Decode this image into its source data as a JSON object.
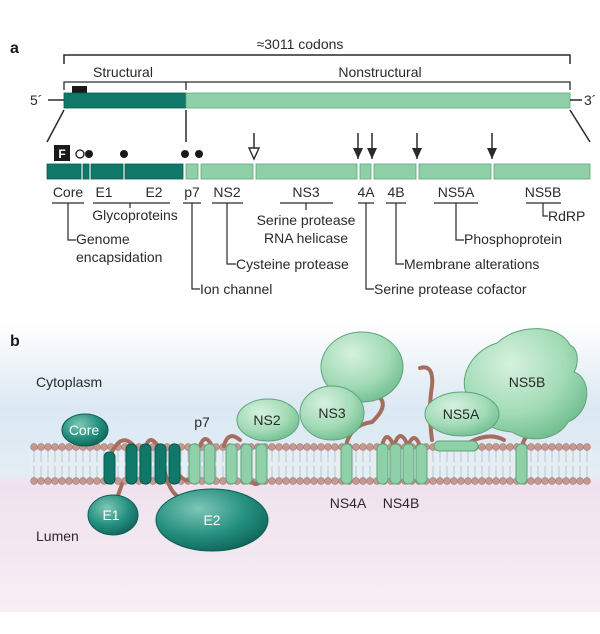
{
  "panel_a": {
    "label": "a",
    "codon_count": "≈3011 codons",
    "structural_label": "Structural",
    "nonstructural_label": "Nonstructural",
    "five_prime": "5´",
    "three_prime": "3´",
    "f_label": "F",
    "proteins": {
      "core": "Core",
      "e1": "E1",
      "e2": "E2",
      "p7": "p7",
      "ns2": "NS2",
      "ns3": "NS3",
      "ns4a": "4A",
      "ns4b": "4B",
      "ns5a": "NS5A",
      "ns5b": "NS5B"
    },
    "functions": {
      "glycoproteins": "Glycoproteins",
      "genome_line1": "Genome",
      "genome_line2": "encapsidation",
      "serine_protease": "Serine protease",
      "rna_helicase": "RNA helicase",
      "rdrp": "RdRP",
      "phosphoprotein": "Phosphoprotein",
      "cysteine_protease": "Cysteine protease",
      "membrane_alterations": "Membrane alterations",
      "ion_channel": "Ion channel",
      "serine_cofactor": "Serine protease cofactor"
    }
  },
  "panel_b": {
    "label": "b",
    "cytoplasm": "Cytoplasm",
    "lumen": "Lumen",
    "core": "Core",
    "p7": "p7",
    "ns2": "NS2",
    "ns3": "NS3",
    "ns5a": "NS5A",
    "ns5b": "NS5B",
    "e1": "E1",
    "e2": "E2",
    "ns4a": "NS4A",
    "ns4b": "NS4B"
  },
  "colors": {
    "structural": "#0f7868",
    "nonstructural": "#8fd0a8",
    "cytoplasm_bg": "#dbe9f3",
    "lumen_bg": "#efe4ef",
    "loop": "#a56d5e",
    "lipid_head": "#c49a90"
  }
}
